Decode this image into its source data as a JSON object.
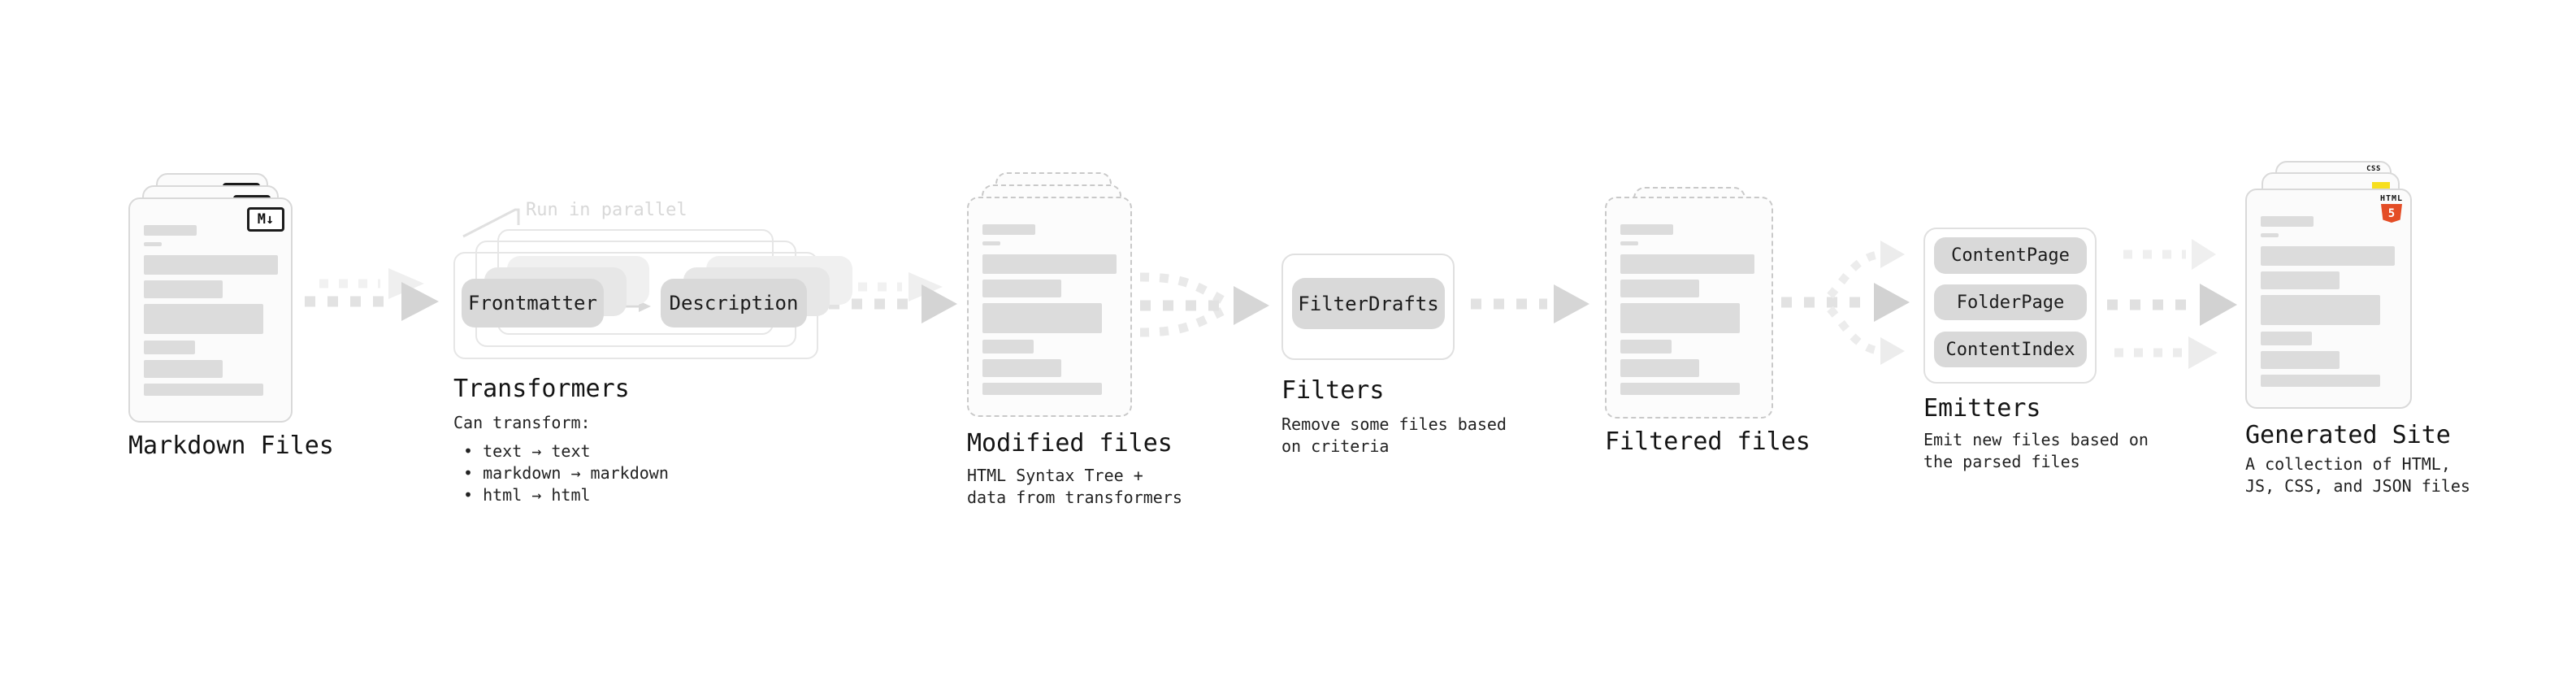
{
  "stages": {
    "markdown_files": {
      "label": "Markdown Files",
      "file_icon": "M↓"
    },
    "transformers": {
      "label": "Transformers",
      "annotation": "Run in parallel",
      "buttons": [
        "Frontmatter",
        "Description"
      ],
      "caption_title": "Can transform:",
      "bullets": [
        "• text → text",
        "• markdown → markdown",
        "• html → html"
      ]
    },
    "modified_files": {
      "label": "Modified files",
      "caption_lines": [
        "HTML Syntax Tree +",
        "data from transformers"
      ]
    },
    "filters": {
      "label": "Filters",
      "buttons": [
        "FilterDrafts"
      ],
      "caption_lines": [
        "Remove some files based",
        "on criteria"
      ]
    },
    "filtered_files": {
      "label": "Filtered files"
    },
    "emitters": {
      "label": "Emitters",
      "buttons": [
        "ContentPage",
        "FolderPage",
        "ContentIndex"
      ],
      "caption_lines": [
        "Emit new files based on",
        "the parsed files"
      ]
    },
    "generated_site": {
      "label": "Generated Site",
      "caption_lines": [
        "A collection of HTML,",
        "JS, CSS, and JSON files"
      ],
      "badges": {
        "html_label": "HTML",
        "html_number": "5",
        "css_label": "CSS"
      }
    }
  },
  "colors": {
    "node_gray": "#d9d9d9",
    "arrow_gray": "#e2e2e2",
    "arrowhead_gray": "#d4d4d4",
    "html5_orange": "#e44d26",
    "js_yellow": "#f7df1e",
    "css_blue": "#2760e6"
  }
}
